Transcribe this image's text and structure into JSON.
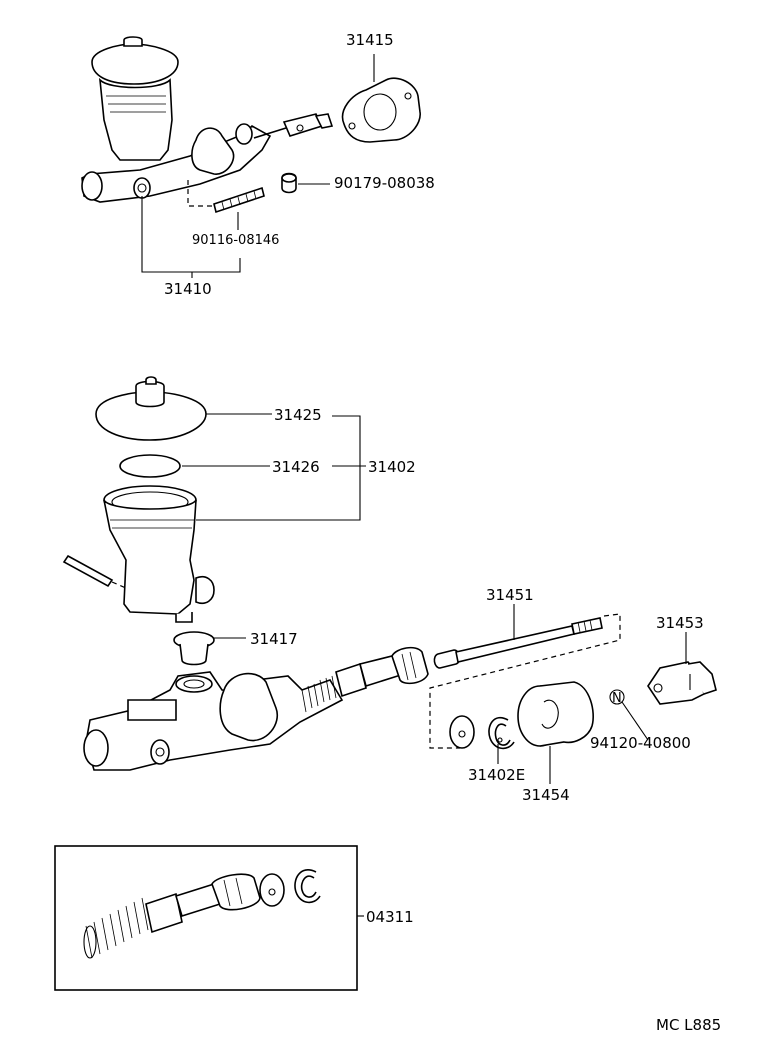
{
  "labels": {
    "p31415": "31415",
    "p90179": "90179-08038",
    "p90116": "90116-08146",
    "p31410": "31410",
    "p31425": "31425",
    "p31426": "31426",
    "p31402": "31402",
    "p31451": "31451",
    "p31453": "31453",
    "p31417": "31417",
    "p94120": "94120-40800",
    "p31402E": "31402E",
    "p31454": "31454",
    "p04311": "04311",
    "code": "MC L885",
    "n_symbol": "N"
  }
}
